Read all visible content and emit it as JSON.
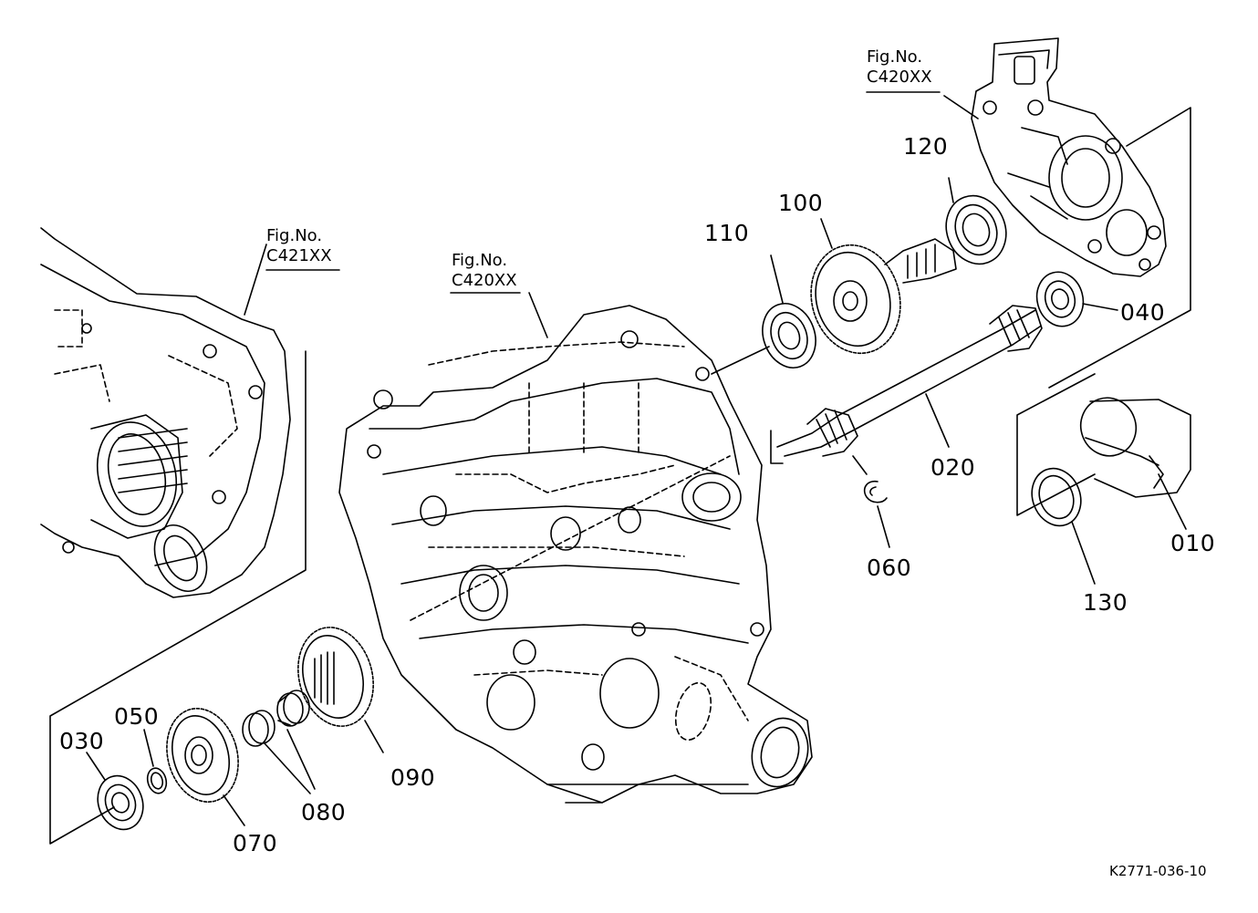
{
  "fig_refs": [
    {
      "title": "Fig.No.",
      "code": "C420XX"
    },
    {
      "title": "Fig.No.",
      "code": "C421XX"
    },
    {
      "title": "Fig.No.",
      "code": "C420XX"
    }
  ],
  "parts": {
    "p010": "010",
    "p020": "020",
    "p030": "030",
    "p040": "040",
    "p050": "050",
    "p060": "060",
    "p070": "070",
    "p080": "080",
    "p090": "090",
    "p100": "100",
    "p110": "110",
    "p120": "120",
    "p130": "130"
  },
  "drawing_code": "K2771-036-10"
}
